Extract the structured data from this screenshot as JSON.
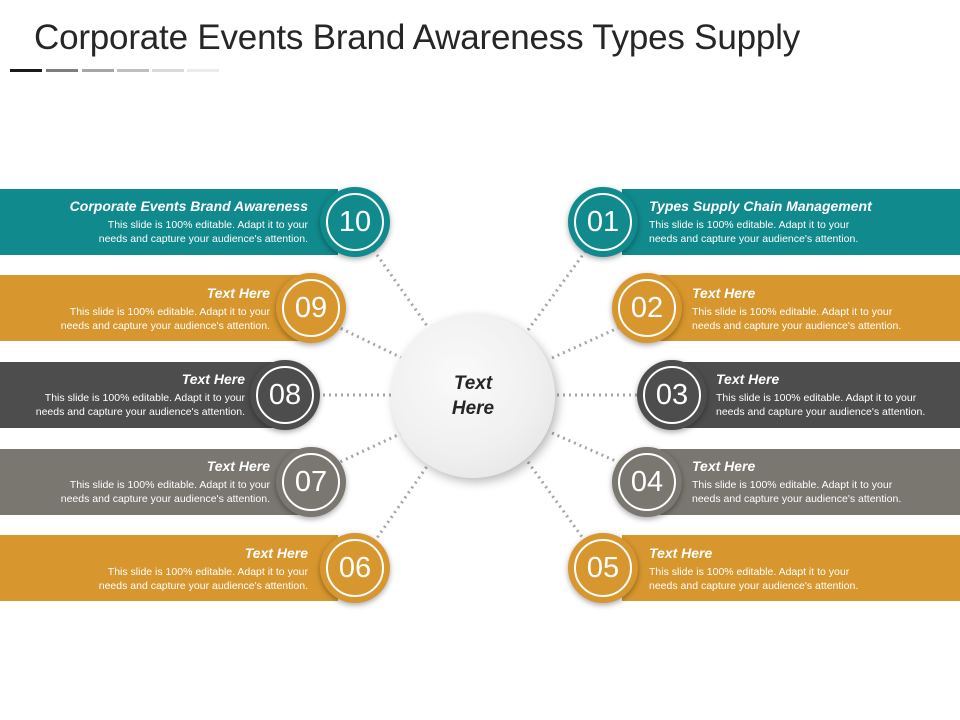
{
  "title": "Corporate Events Brand Awareness Types Supply",
  "title_underline_colors": [
    "#1a1a1a",
    "#7f7f7f",
    "#a6a6a6",
    "#bfbfbf",
    "#d9d9d9",
    "#ececec"
  ],
  "hub_label": "Text Here",
  "colors": {
    "teal": "#118a8d",
    "gold": "#d7972e",
    "dark": "#4d4d4d",
    "gray": "#7a7670",
    "connector": "#a6a6a6"
  },
  "items": [
    {
      "num": "01",
      "heading": "Types Supply Chain Management",
      "body_line1": "This slide is 100% editable. Adapt it to your",
      "body_line2": "needs and capture your audience's attention."
    },
    {
      "num": "02",
      "heading": "Text Here",
      "body_line1": "This slide is 100% editable. Adapt it to your",
      "body_line2": "needs and capture your audience's attention."
    },
    {
      "num": "03",
      "heading": "Text Here",
      "body_line1": "This slide is 100% editable. Adapt it to your",
      "body_line2": "needs and capture your audience's attention."
    },
    {
      "num": "04",
      "heading": "Text Here",
      "body_line1": "This slide is 100% editable. Adapt it to your",
      "body_line2": "needs and capture your audience's attention."
    },
    {
      "num": "05",
      "heading": "Text Here",
      "body_line1": "This slide is 100% editable. Adapt it to your",
      "body_line2": "needs and capture your audience's attention."
    },
    {
      "num": "06",
      "heading": "Text Here",
      "body_line1": "This slide is 100% editable. Adapt it to your",
      "body_line2": "needs and capture your audience's attention."
    },
    {
      "num": "07",
      "heading": "Text Here",
      "body_line1": "This slide is 100% editable. Adapt it to your",
      "body_line2": "needs and capture your audience's attention."
    },
    {
      "num": "08",
      "heading": "Text Here",
      "body_line1": "This slide is 100% editable. Adapt it to your",
      "body_line2": "needs and capture your audience's attention."
    },
    {
      "num": "09",
      "heading": "Text Here",
      "body_line1": "This slide is 100% editable. Adapt it to your",
      "body_line2": "needs and capture your audience's attention."
    },
    {
      "num": "10",
      "heading": "Corporate Events Brand Awareness",
      "body_line1": "This slide is 100% editable. Adapt it to your",
      "body_line2": "needs and capture your audience's attention."
    }
  ]
}
